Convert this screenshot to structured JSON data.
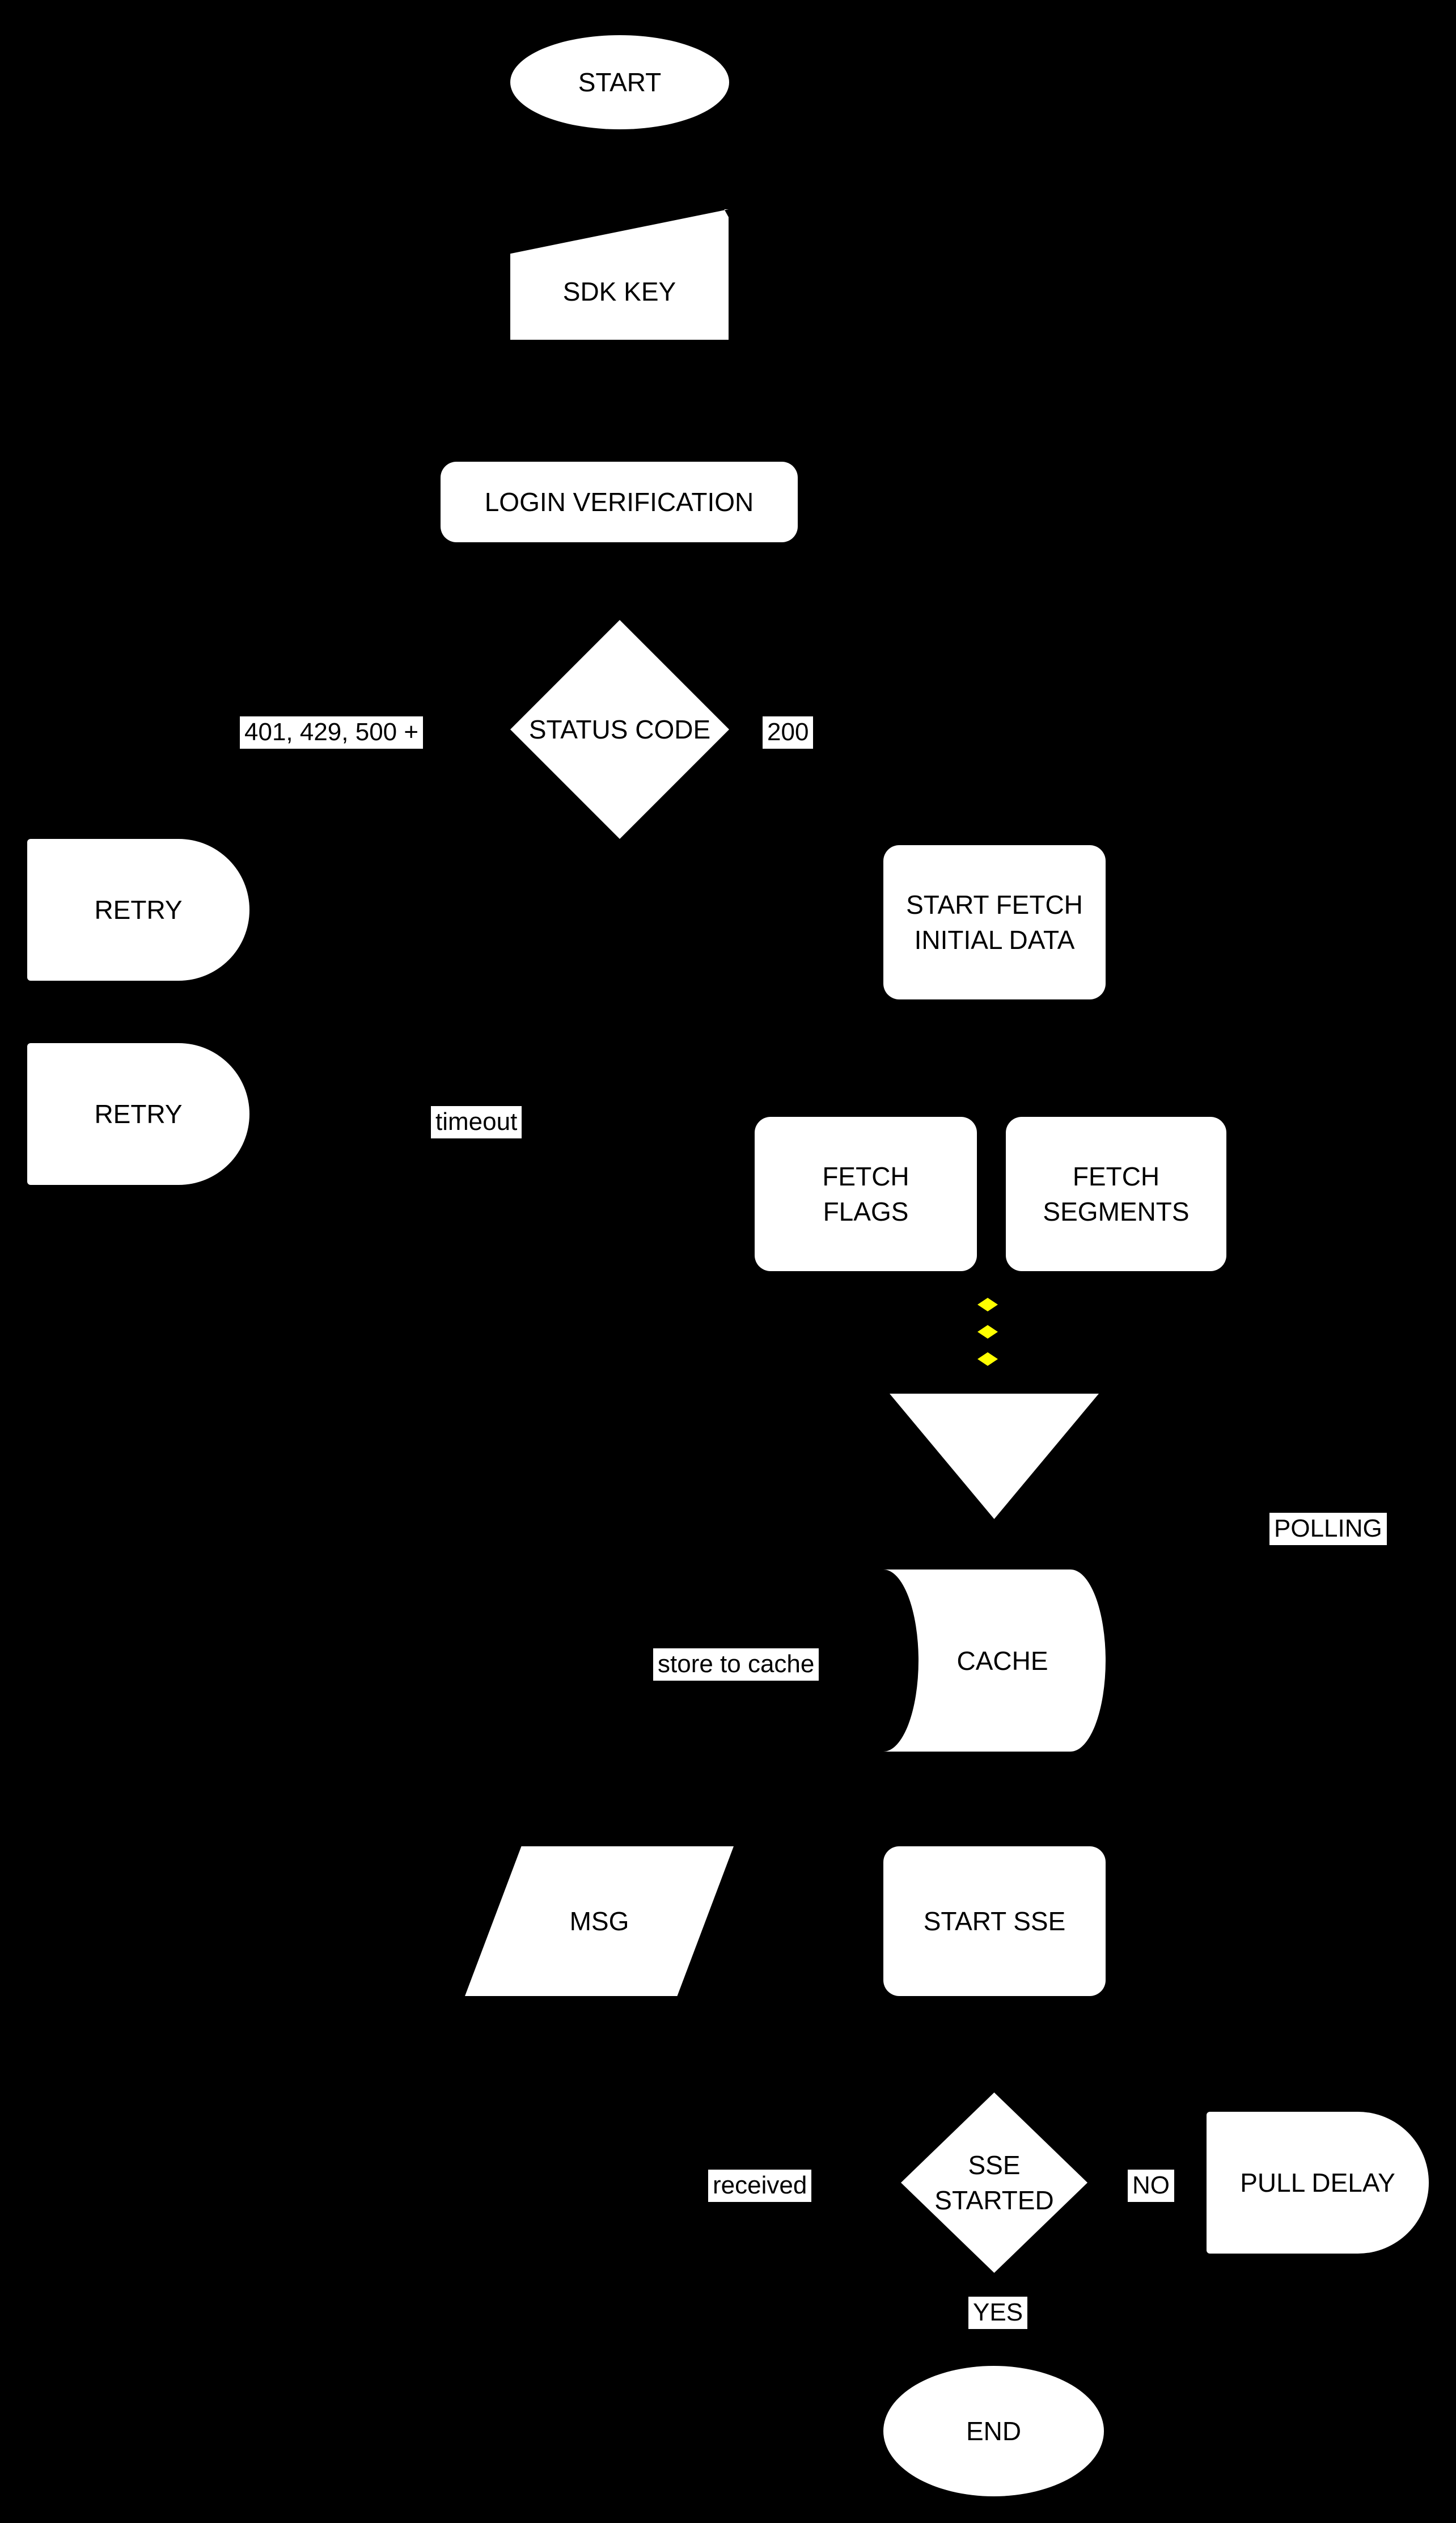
{
  "colors": {
    "background": "#000000",
    "shape_fill": "#ffffff",
    "shape_text": "#000000",
    "connector_accent": "#ffff00"
  },
  "nodes": {
    "start": {
      "label": "START",
      "shape": "ellipse"
    },
    "sdk_key": {
      "label": "SDK KEY",
      "shape": "manual-input"
    },
    "login_verification": {
      "label": "LOGIN VERIFICATION",
      "shape": "rounded-rect"
    },
    "status_code": {
      "label": "STATUS CODE",
      "shape": "diamond"
    },
    "retry_unauthorized": {
      "label": "RETRY",
      "shape": "delay"
    },
    "start_fetch_initial_data": {
      "label": "START FETCH\nINITIAL DATA",
      "shape": "rounded-rect"
    },
    "retry_timeout": {
      "label": "RETRY",
      "shape": "delay"
    },
    "fetch_flags": {
      "label": "FETCH\nFLAGS",
      "shape": "rounded-rect"
    },
    "fetch_segments": {
      "label": "FETCH\nSEGMENTS",
      "shape": "rounded-rect"
    },
    "merge_triangle": {
      "label": "",
      "shape": "triangle-down"
    },
    "cache": {
      "label": "CACHE",
      "shape": "stored-data"
    },
    "msg": {
      "label": "MSG",
      "shape": "parallelogram"
    },
    "start_sse": {
      "label": "START SSE",
      "shape": "rounded-rect"
    },
    "sse_started": {
      "label": "SSE\nSTARTED",
      "shape": "diamond"
    },
    "pull_delay": {
      "label": "PULL DELAY",
      "shape": "delay"
    },
    "end": {
      "label": "END",
      "shape": "ellipse"
    }
  },
  "edge_labels": {
    "error_codes": "401, 429, 500 +",
    "success_code": "200",
    "timeout": "timeout",
    "polling": "POLLING",
    "store_to_cache": "store to cache",
    "received": "received",
    "no": "NO",
    "yes": "YES"
  }
}
